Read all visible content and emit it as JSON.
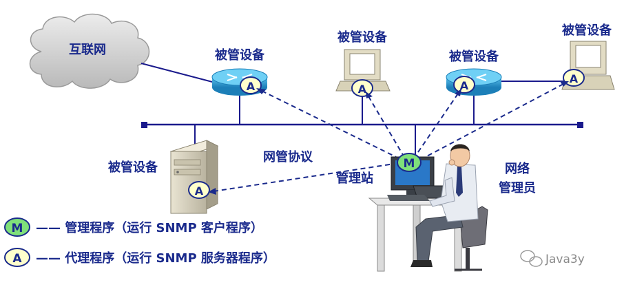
{
  "labels": {
    "internet": "互联网",
    "managed_device": "被管设备",
    "protocol": "网管协议",
    "station": "管理站",
    "admin_line1": "网络",
    "admin_line2": "管理员"
  },
  "badges": {
    "manager": "M",
    "agent": "A"
  },
  "legend": {
    "manager": "—— 管理程序（运行 SNMP 客户程序）",
    "agent": "—— 代理程序（运行 SNMP 服务器程序）"
  },
  "watermark": "Java3y",
  "colors": {
    "text": "#1a2a8c",
    "bus": "#1a1a8c",
    "dash": "#1a2a8c",
    "manager_fill": "#7fe07a",
    "agent_fill": "#ffffcc",
    "router_fill": "#2a9ed8",
    "cloud_fill": "#d6d6d6"
  }
}
